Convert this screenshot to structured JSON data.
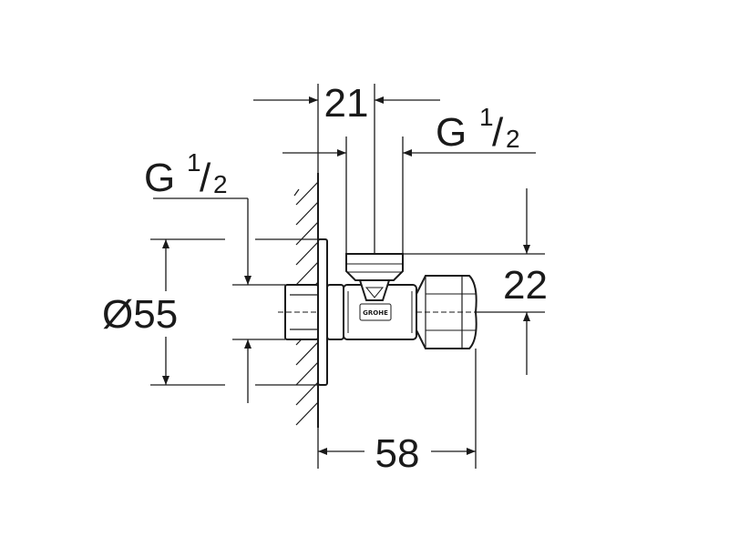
{
  "dimensions": {
    "nut_width": "21",
    "outlet_thread": {
      "prefix": "G",
      "numerator": "1",
      "slash": "/",
      "denominator": "2"
    },
    "inlet_thread": {
      "prefix": "G",
      "numerator": "1",
      "slash": "/",
      "denominator": "2"
    },
    "rosette_diameter": "Ø55",
    "outlet_height": "22",
    "projection": "58"
  },
  "logo": "GROHE"
}
